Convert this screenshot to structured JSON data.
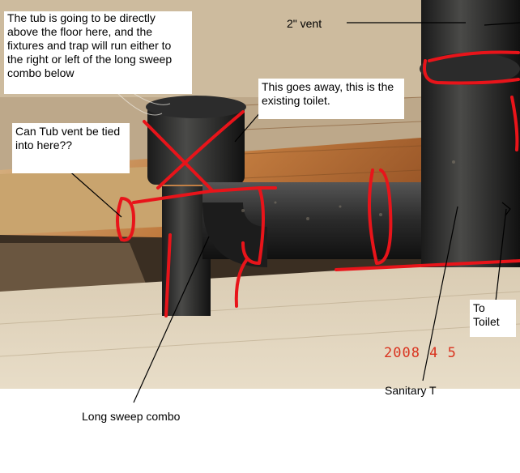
{
  "annotations": {
    "tub_note": "The tub is going to be directly above the floor here, and the fixtures and trap will run either to the right or left of the long sweep combo below",
    "vent_label": "2\" vent",
    "toilet_note": "This goes away, this is the existing toilet.",
    "tub_vent_question": "Can Tub vent be tied into here??",
    "to_toilet": "To Toilet",
    "sanitary_t": "Sanitary T",
    "long_sweep": "Long sweep combo"
  },
  "photo": {
    "date_stamp": "2008  4  5",
    "markup_color": "#e8141a"
  }
}
